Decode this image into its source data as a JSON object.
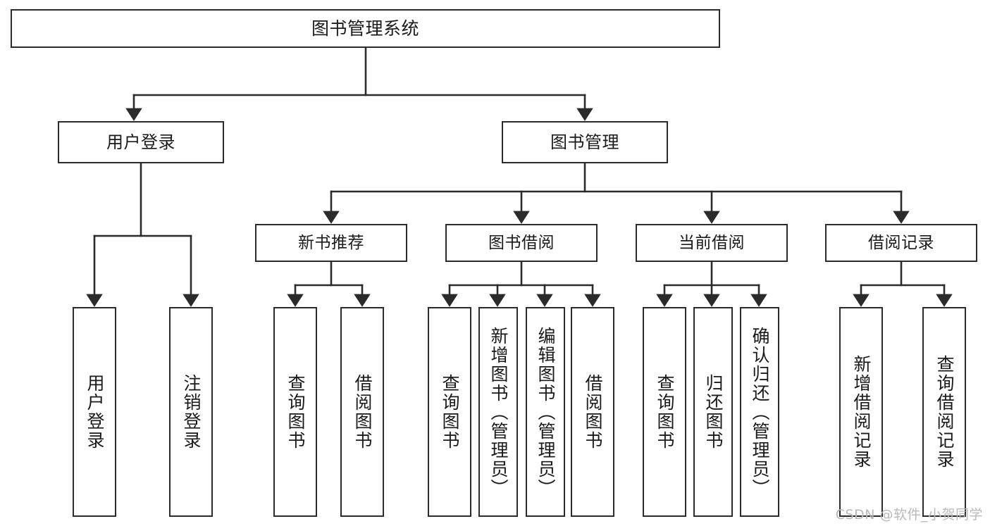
{
  "diagram": {
    "title": "图书管理系统",
    "type": "tree-hierarchy-chart",
    "root": {
      "id": "root",
      "label": "图书管理系统"
    },
    "level1": [
      {
        "id": "user-login",
        "label": "用户登录"
      },
      {
        "id": "book-manage",
        "label": "图书管理"
      }
    ],
    "level2": [
      {
        "id": "new-book-rec",
        "label": "新书推荐",
        "parent": "book-manage"
      },
      {
        "id": "book-borrow",
        "label": "图书借阅",
        "parent": "book-manage"
      },
      {
        "id": "current-borrow",
        "label": "当前借阅",
        "parent": "book-manage"
      },
      {
        "id": "borrow-record",
        "label": "借阅记录",
        "parent": "book-manage"
      }
    ],
    "leaves": [
      {
        "id": "leaf-user-login",
        "label": "用户登录",
        "parent": "user-login"
      },
      {
        "id": "leaf-logout",
        "label": "注销登录",
        "parent": "user-login"
      },
      {
        "id": "leaf-query-book-1",
        "label": "查询图书",
        "parent": "new-book-rec"
      },
      {
        "id": "leaf-borrow-book-1",
        "label": "借阅图书",
        "parent": "new-book-rec"
      },
      {
        "id": "leaf-query-book-2",
        "label": "查询图书",
        "parent": "book-borrow"
      },
      {
        "id": "leaf-add-book",
        "label": "新增图书（管理员）",
        "parent": "book-borrow"
      },
      {
        "id": "leaf-edit-book",
        "label": "编辑图书（管理员）",
        "parent": "book-borrow"
      },
      {
        "id": "leaf-borrow-book-2",
        "label": "借阅图书",
        "parent": "book-borrow"
      },
      {
        "id": "leaf-query-book-3",
        "label": "查询图书",
        "parent": "current-borrow"
      },
      {
        "id": "leaf-return-book",
        "label": "归还图书",
        "parent": "current-borrow"
      },
      {
        "id": "leaf-confirm-return",
        "label": "确认归还（管理员）",
        "parent": "current-borrow"
      },
      {
        "id": "leaf-add-record",
        "label": "新增借阅记录",
        "parent": "borrow-record"
      },
      {
        "id": "leaf-query-record",
        "label": "查询借阅记录",
        "parent": "borrow-record"
      }
    ]
  },
  "watermark": {
    "text": "CSDN @软件_小贺同学"
  },
  "colors": {
    "stroke": "#2b2b2b",
    "background": "#ffffff",
    "text": "#1a1a1a",
    "watermark": "#b9b9b9"
  }
}
